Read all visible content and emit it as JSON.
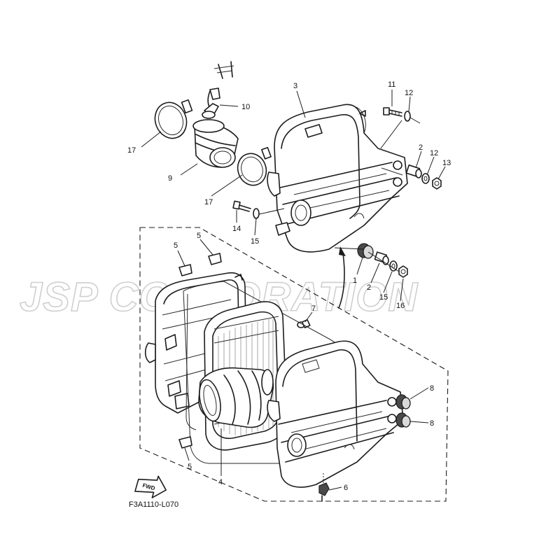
{
  "watermark": {
    "text": "JSP CORPORATION"
  },
  "diagram_code": "F3A1110-L070",
  "fwd_label": "FWD",
  "callouts": {
    "c1": "1",
    "c2a": "2",
    "c2b": "2",
    "c3": "3",
    "c4": "4",
    "c5a": "5",
    "c5b": "5",
    "c5c": "5",
    "c6": "6",
    "c7": "7",
    "c8a": "8",
    "c8b": "8",
    "c9": "9",
    "c10": "10",
    "c11": "11",
    "c12a": "12",
    "c12b": "12",
    "c13": "13",
    "c14": "14",
    "c15a": "15",
    "c15b": "15",
    "c16": "16",
    "c17a": "17",
    "c17b": "17"
  },
  "colors": {
    "line": "#1c1c1c",
    "watermark": "#cfcfcf",
    "background": "#ffffff"
  }
}
